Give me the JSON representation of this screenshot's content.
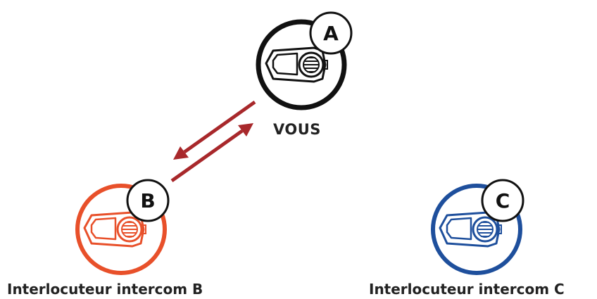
{
  "nodes": [
    {
      "letter": "A",
      "label": "VOUS",
      "color": "#111111"
    },
    {
      "letter": "B",
      "label": "Interlocuteur intercom B",
      "color": "#e8502a"
    },
    {
      "letter": "C",
      "label": "Interlocuteur intercom C",
      "color": "#1e4f9c"
    }
  ],
  "arrow_color": "#a8282b",
  "icon": "bluetooth-headset-device-icon"
}
